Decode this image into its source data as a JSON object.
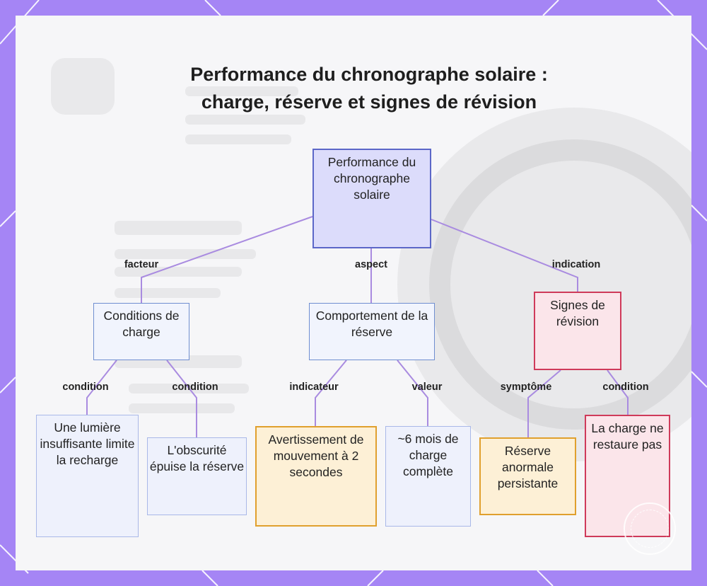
{
  "title": "Performance du chronographe solaire : charge, réserve et signes de révision",
  "nodes": {
    "root": "Performance du chronographe solaire",
    "charge_conditions": "Conditions de charge",
    "reserve_behavior": "Comportement de la réserve",
    "revision_signs": "Signes de révision",
    "low_light": "Une lumière insuffisante limite la recharge",
    "darkness": "L'obscurité épuise la réserve",
    "two_second_warning": "Avertissement de mouvement à 2 secondes",
    "six_months": "~6 mois de charge complète",
    "abnormal_reserve": "Réserve anormale persistante",
    "charge_no_restore": "La charge ne restaure pas"
  },
  "edge_labels": {
    "facteur": "facteur",
    "aspect": "aspect",
    "indication": "indication",
    "condition_1": "condition",
    "condition_2": "condition",
    "indicateur": "indicateur",
    "valeur": "valeur",
    "symptome": "symptôme",
    "condition_3": "condition"
  },
  "colors": {
    "frame": "#a585f5",
    "edge": "#a98be0",
    "root_fill": "#dcdcfb",
    "orange_border": "#e0a02e",
    "red_border": "#cf3a5a"
  }
}
